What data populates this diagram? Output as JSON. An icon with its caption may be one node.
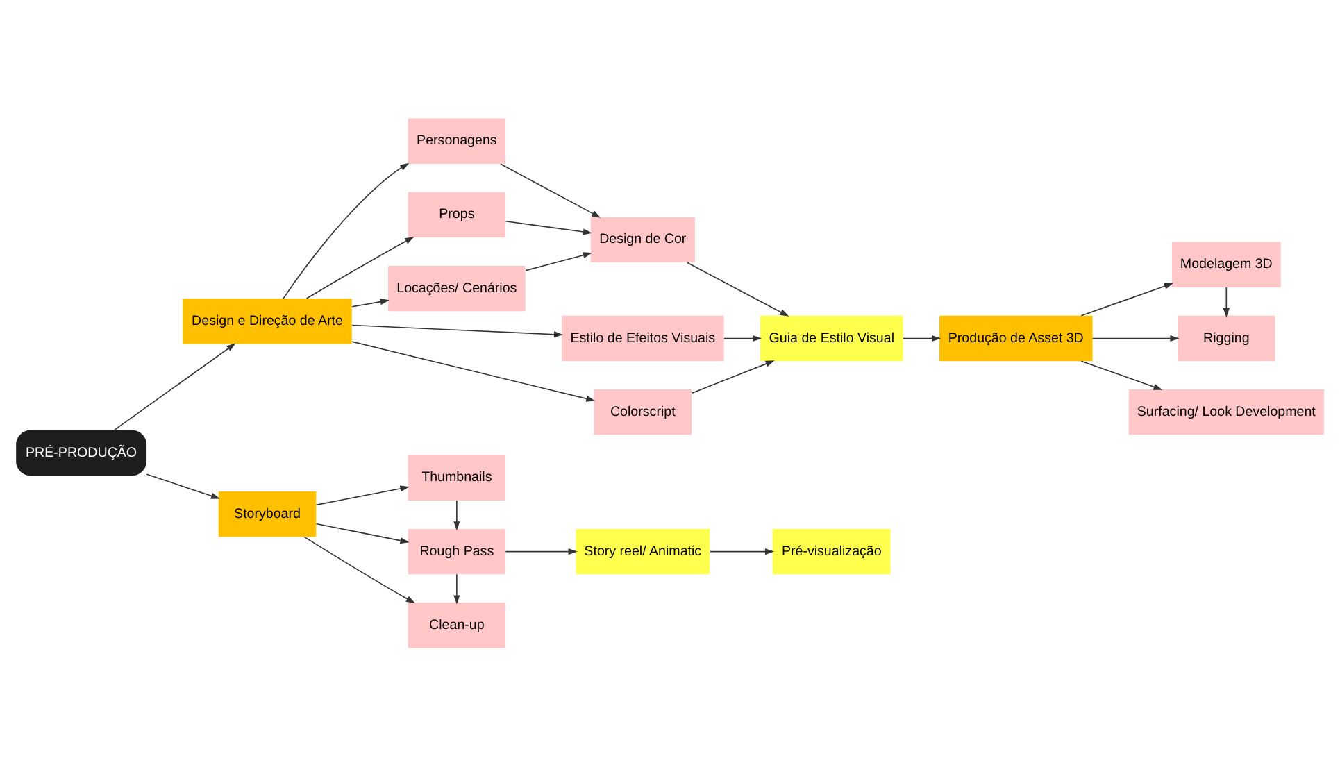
{
  "diagram": {
    "nodes": [
      {
        "text": [
          "PRÉ-PRODUÇÃO"
        ]
      },
      {
        "text": [
          "Design e Direção de Arte"
        ]
      },
      {
        "text": [
          "Storyboard"
        ]
      },
      {
        "text": [
          "Personagens"
        ]
      },
      {
        "text": [
          "Props"
        ]
      },
      {
        "text": [
          "Locações/ Cenários"
        ]
      },
      {
        "text": [
          "Estilo de Efeitos Visuais"
        ]
      },
      {
        "text": [
          "Colorscript"
        ]
      },
      {
        "text": [
          "Design de Cor"
        ]
      },
      {
        "text": [
          "Guia de Estilo Visual"
        ]
      },
      {
        "text": [
          "Produção de Asset 3D"
        ]
      },
      {
        "text": [
          "Modelagem 3D"
        ]
      },
      {
        "text": [
          "Rigging"
        ]
      },
      {
        "text": [
          "Surfacing/ Look Development"
        ]
      },
      {
        "text": [
          "Thumbnails"
        ]
      },
      {
        "text": [
          "Rough Pass"
        ]
      },
      {
        "text": [
          "Clean-up"
        ]
      },
      {
        "text": [
          "Story reel/ Animatic"
        ]
      },
      {
        "text": [
          "Pré-visualização"
        ]
      }
    ],
    "edges": [
      {
        "from": 0,
        "to": 1,
        "arrow": "to"
      },
      {
        "from": 0,
        "to": 2,
        "arrow": "to"
      },
      {
        "from": 1,
        "to": 3,
        "arrow": "to"
      },
      {
        "from": 1,
        "to": 4,
        "arrow": "to"
      },
      {
        "from": 1,
        "to": 5,
        "arrow": "to"
      },
      {
        "from": 1,
        "to": 6,
        "arrow": "to"
      },
      {
        "from": 1,
        "to": 7,
        "arrow": "to"
      },
      {
        "from": 3,
        "to": 8,
        "arrow": "to"
      },
      {
        "from": 4,
        "to": 8,
        "arrow": "to"
      },
      {
        "from": 5,
        "to": 8,
        "arrow": "to"
      },
      {
        "from": 8,
        "to": 9,
        "arrow": "to"
      },
      {
        "from": 6,
        "to": 9,
        "arrow": "to"
      },
      {
        "from": 7,
        "to": 9,
        "arrow": "to"
      },
      {
        "from": 9,
        "to": 10,
        "arrow": "to"
      },
      {
        "from": 10,
        "to": 11,
        "arrow": "to"
      },
      {
        "from": 10,
        "to": 12,
        "arrow": "to"
      },
      {
        "from": 10,
        "to": 13,
        "arrow": "to"
      },
      {
        "from": 11,
        "to": 12,
        "arrow": "to"
      },
      {
        "from": 2,
        "to": 14,
        "arrow": "to"
      },
      {
        "from": 2,
        "to": 15,
        "arrow": "to"
      },
      {
        "from": 2,
        "to": 16,
        "arrow": "to"
      },
      {
        "from": 14,
        "to": 15,
        "arrow": "to"
      },
      {
        "from": 15,
        "to": 16,
        "arrow": "to"
      },
      {
        "from": 15,
        "to": 17,
        "arrow": "to"
      },
      {
        "from": 17,
        "to": 18,
        "arrow": "to"
      }
    ]
  }
}
